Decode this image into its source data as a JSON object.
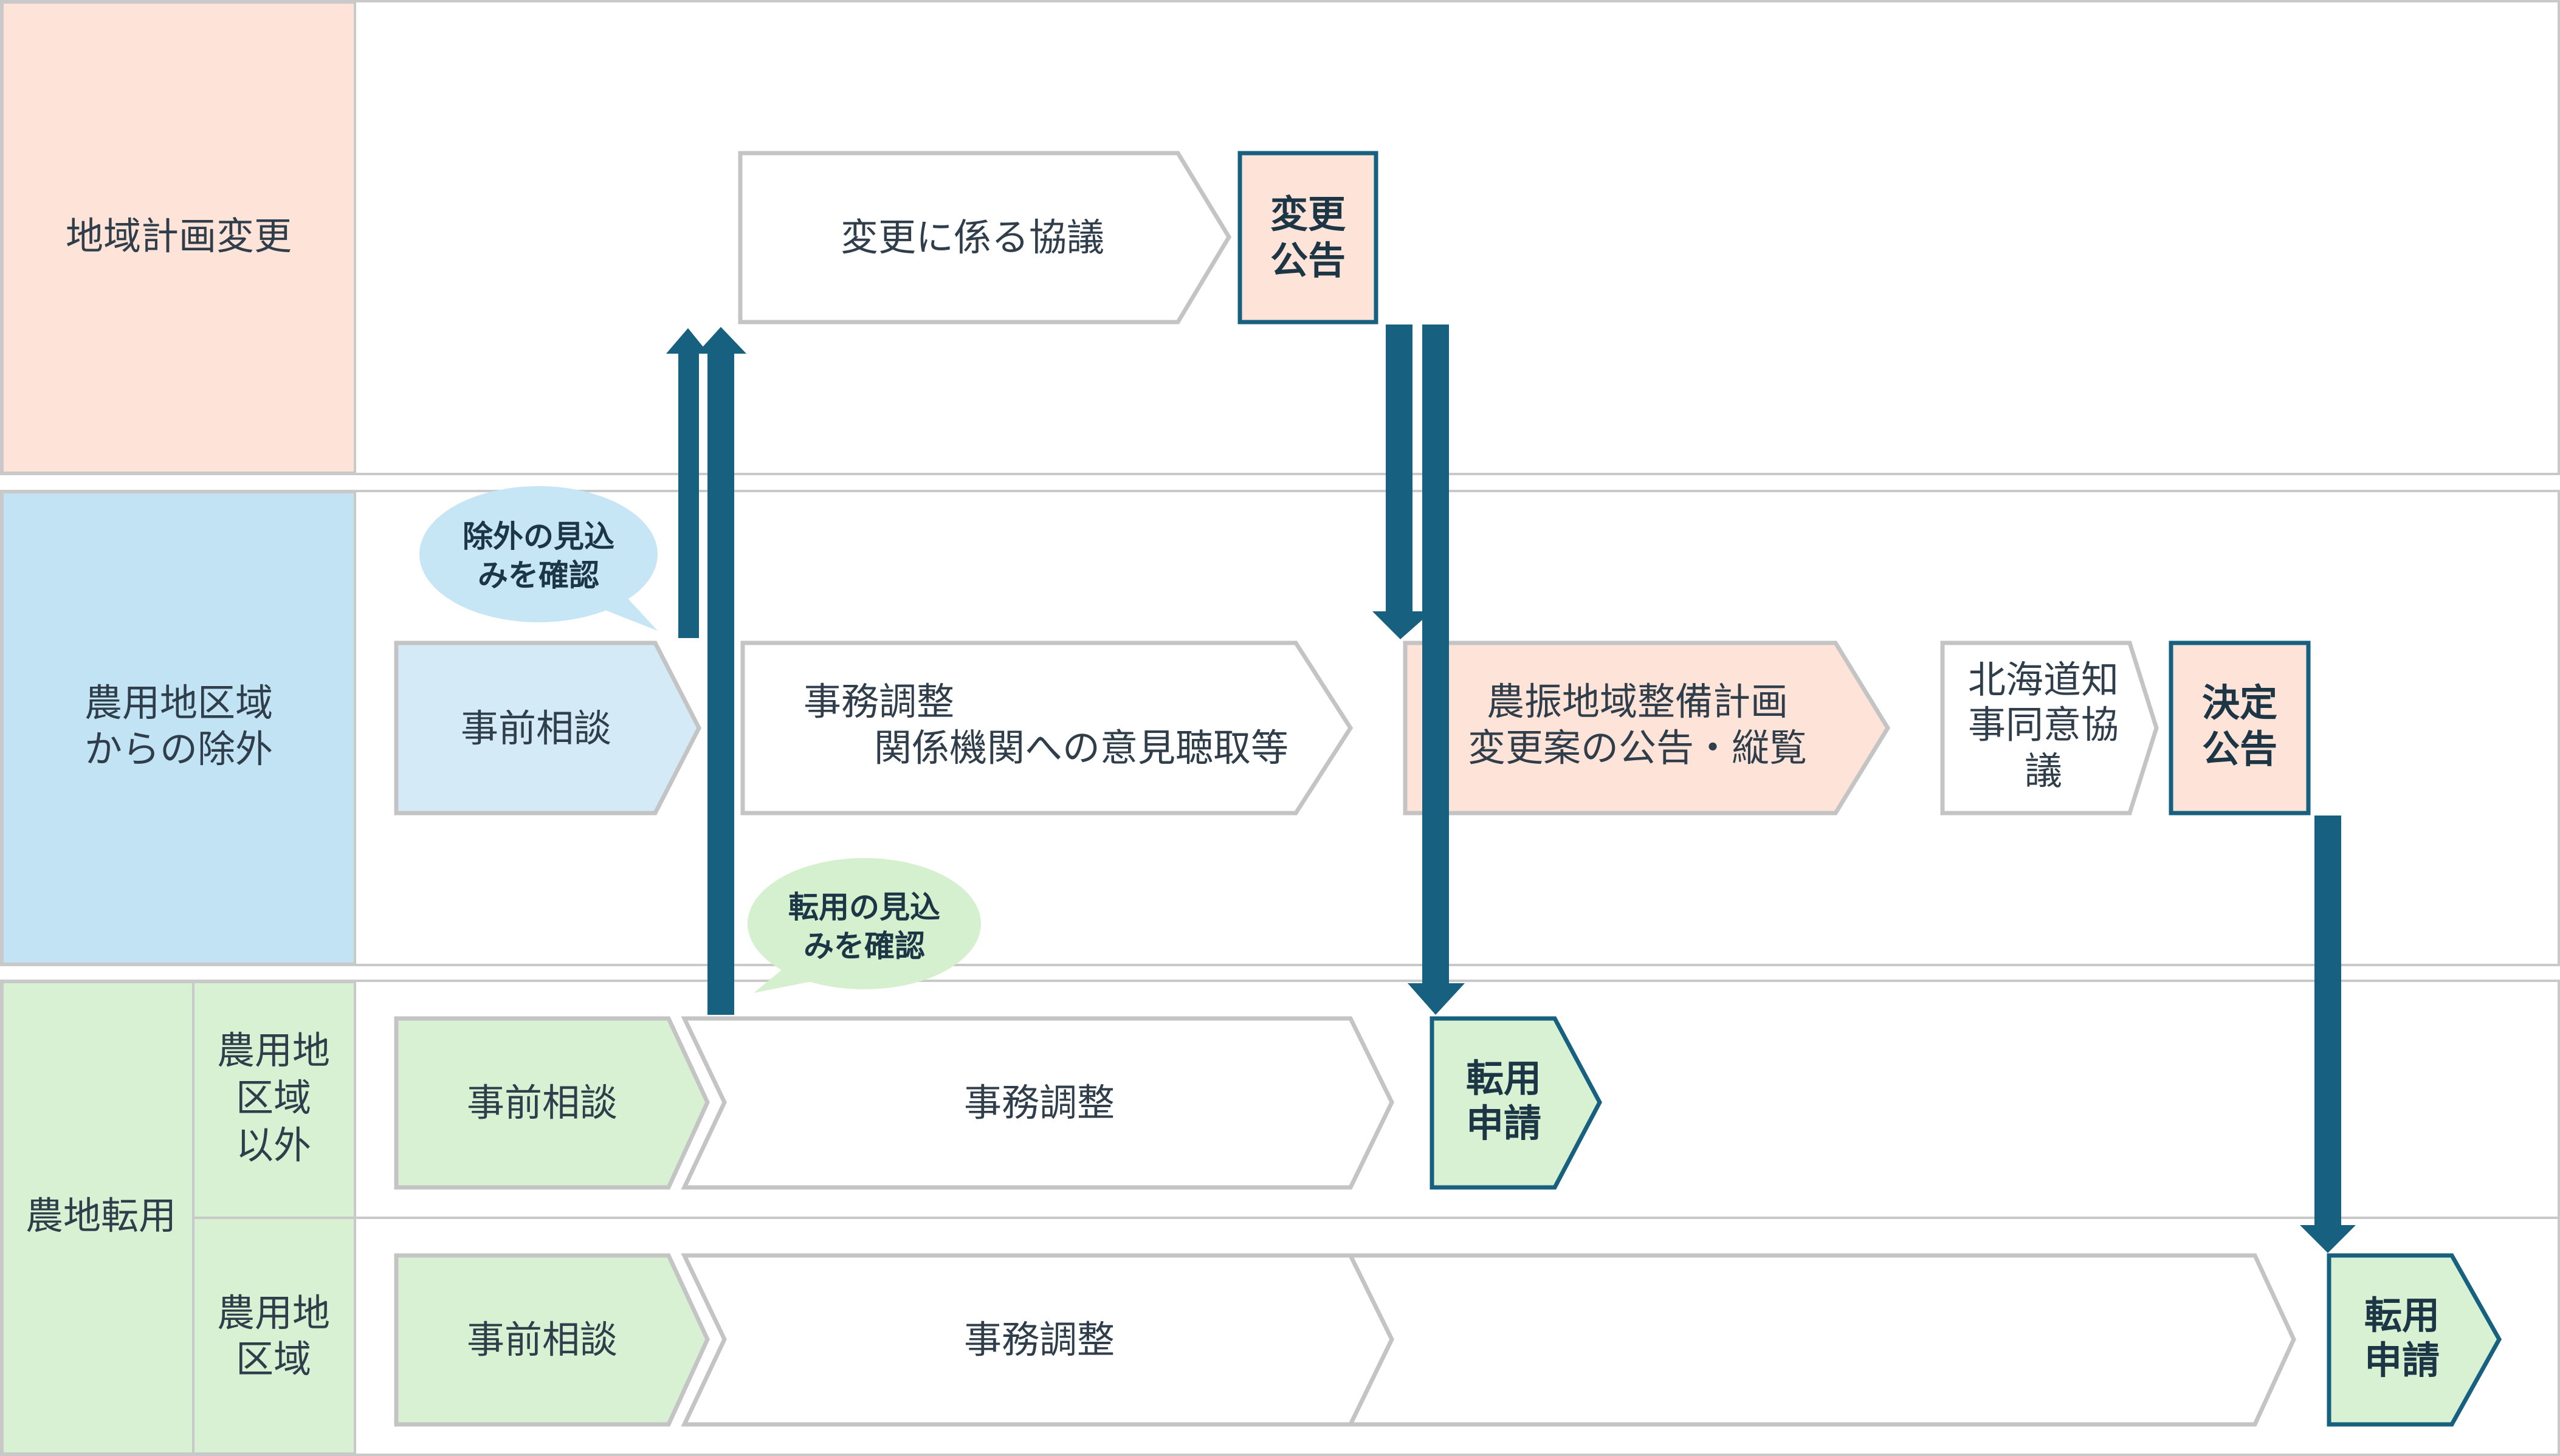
{
  "lanes": {
    "plan_change": "地域計画変更",
    "exclusion": [
      "農用地区域",
      "からの除外"
    ],
    "conversion": "農地転用",
    "outside": [
      "農用地",
      "区域",
      "以外"
    ],
    "inside": [
      "農用地",
      "区域"
    ]
  },
  "plan_change_row": {
    "consultation": "変更に係る協議",
    "announce": [
      "変更",
      "公告"
    ]
  },
  "exclusion_row": {
    "bubble": [
      "除外の見込",
      "みを確認"
    ],
    "pre_consult": "事前相談",
    "admin_adjust": [
      "事務調整",
      "関係機関への意見聴取等"
    ],
    "plan_notice": [
      "農振地域整備計画",
      "変更案の公告・縦覧"
    ],
    "governor": [
      "北海道知",
      "事同意協",
      "議"
    ],
    "decision": [
      "決定",
      "公告"
    ]
  },
  "outside_row": {
    "bubble": [
      "転用の見込",
      "みを確認"
    ],
    "pre_consult": "事前相談",
    "admin_adjust": "事務調整",
    "application": [
      "転用",
      "申請"
    ]
  },
  "inside_row": {
    "pre_consult": "事前相談",
    "admin_adjust": "事務調整",
    "application": [
      "転用",
      "申請"
    ]
  },
  "colors": {
    "arrow": "#17607f",
    "peach": "#fde3d8",
    "sky": "#c2e3f4",
    "light_sky": "#d4ebf7",
    "green": "#d8f1d3",
    "bubble_blue": "#c6e5f5",
    "bubble_green": "#d4f0cf"
  }
}
